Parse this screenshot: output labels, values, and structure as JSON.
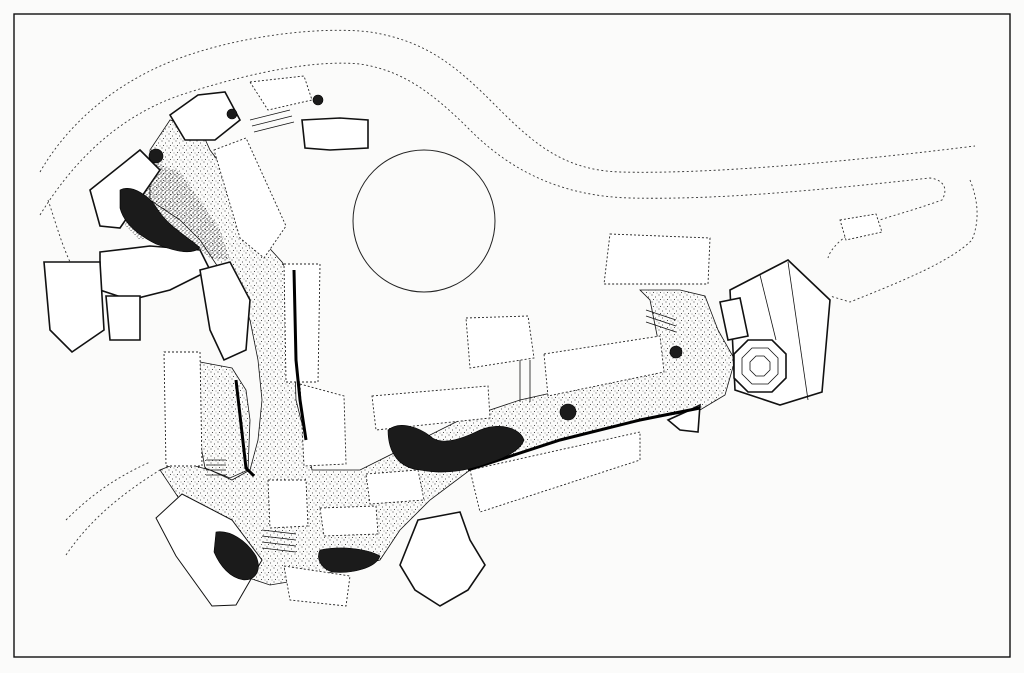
{
  "drawing": {
    "kind": "architectural site plan",
    "colors": {
      "ink": "#111111",
      "paper": "#fbfbfa",
      "stipple": "#222222",
      "planting": "#1b1b1b"
    },
    "elements": [
      "border-frame",
      "access-road",
      "central-plaza-circle",
      "stippled-pedestrian-path",
      "building-footprints",
      "dashed-outline-buildings",
      "octagonal-pavilion",
      "planting-clusters",
      "stairs"
    ]
  }
}
